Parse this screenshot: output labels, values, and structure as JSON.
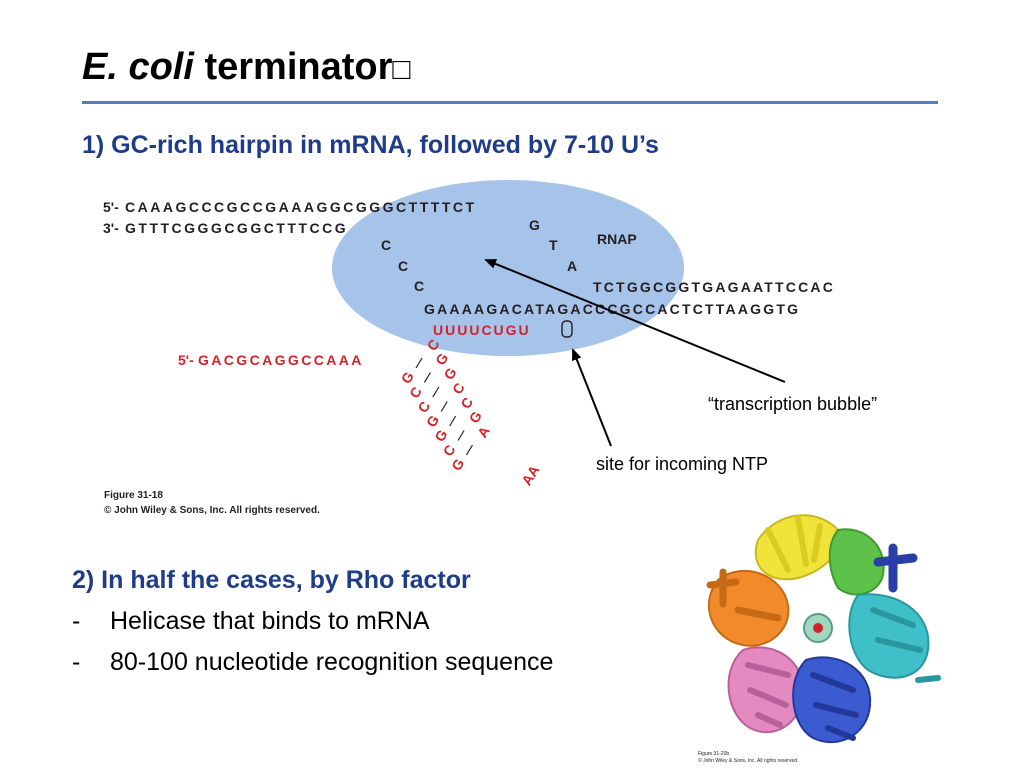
{
  "slide": {
    "title_italic": "E. coli",
    "title_rest": " terminator",
    "title_glyph": "□",
    "point1": "1) GC-rich hairpin in mRNA, followed by 7-10 U’s",
    "point2": "2) In half the cases, by Rho factor",
    "bullets": [
      {
        "dash": "-",
        "text": "Helicase that binds to mRNA"
      },
      {
        "dash": "-",
        "text": "80-100 nucleotide recognition sequence"
      }
    ]
  },
  "diagram": {
    "dna_top_label": "5'-",
    "dna_top_seq": "CAAAGCCCGCCGAAAGGCGGGCTTTTCT",
    "dna_bottom_label": "3'-",
    "dna_bottom_seq": "GTTTCGGGCGGCTTTCCG",
    "loop_left": [
      "C",
      "C",
      "C"
    ],
    "loop_right": [
      "G",
      "T",
      "A"
    ],
    "rnap_label": "RNAP",
    "dna_right_top": "TCTGGCGGTGAGAATTCCAC",
    "dna_right_bottom": "GAAAAGACATAGACCCGCCACTCTTAAGGTG",
    "rna_3end": "UUUUCUGU",
    "rna_5_label": "5'-",
    "rna_5_seq": "GACGCAGGCCAAA",
    "hairpin_left": [
      "G",
      "C",
      "C",
      "G",
      "G",
      "C",
      "G"
    ],
    "hairpin_right": [
      "C",
      "G",
      "G",
      "C",
      "C",
      "G",
      "A"
    ],
    "hairpin_loop": "AA",
    "figure_label": "Figure 31-18",
    "copyright": "© John Wiley & Sons, Inc. All rights reserved.",
    "bubble_annotation": "“transcription bubble”",
    "ntp_annotation": "site for incoming NTP",
    "colors": {
      "bubble": "#a6c3ea",
      "rna": "#d2232a",
      "dna": "#231f20",
      "heading": "#1f3c8a",
      "rule": "#4f81bd"
    }
  },
  "protein": {
    "figure_label": "Figure 31-20b",
    "copyright": "© John Wiley & Sons, Inc. All rights reserved."
  }
}
